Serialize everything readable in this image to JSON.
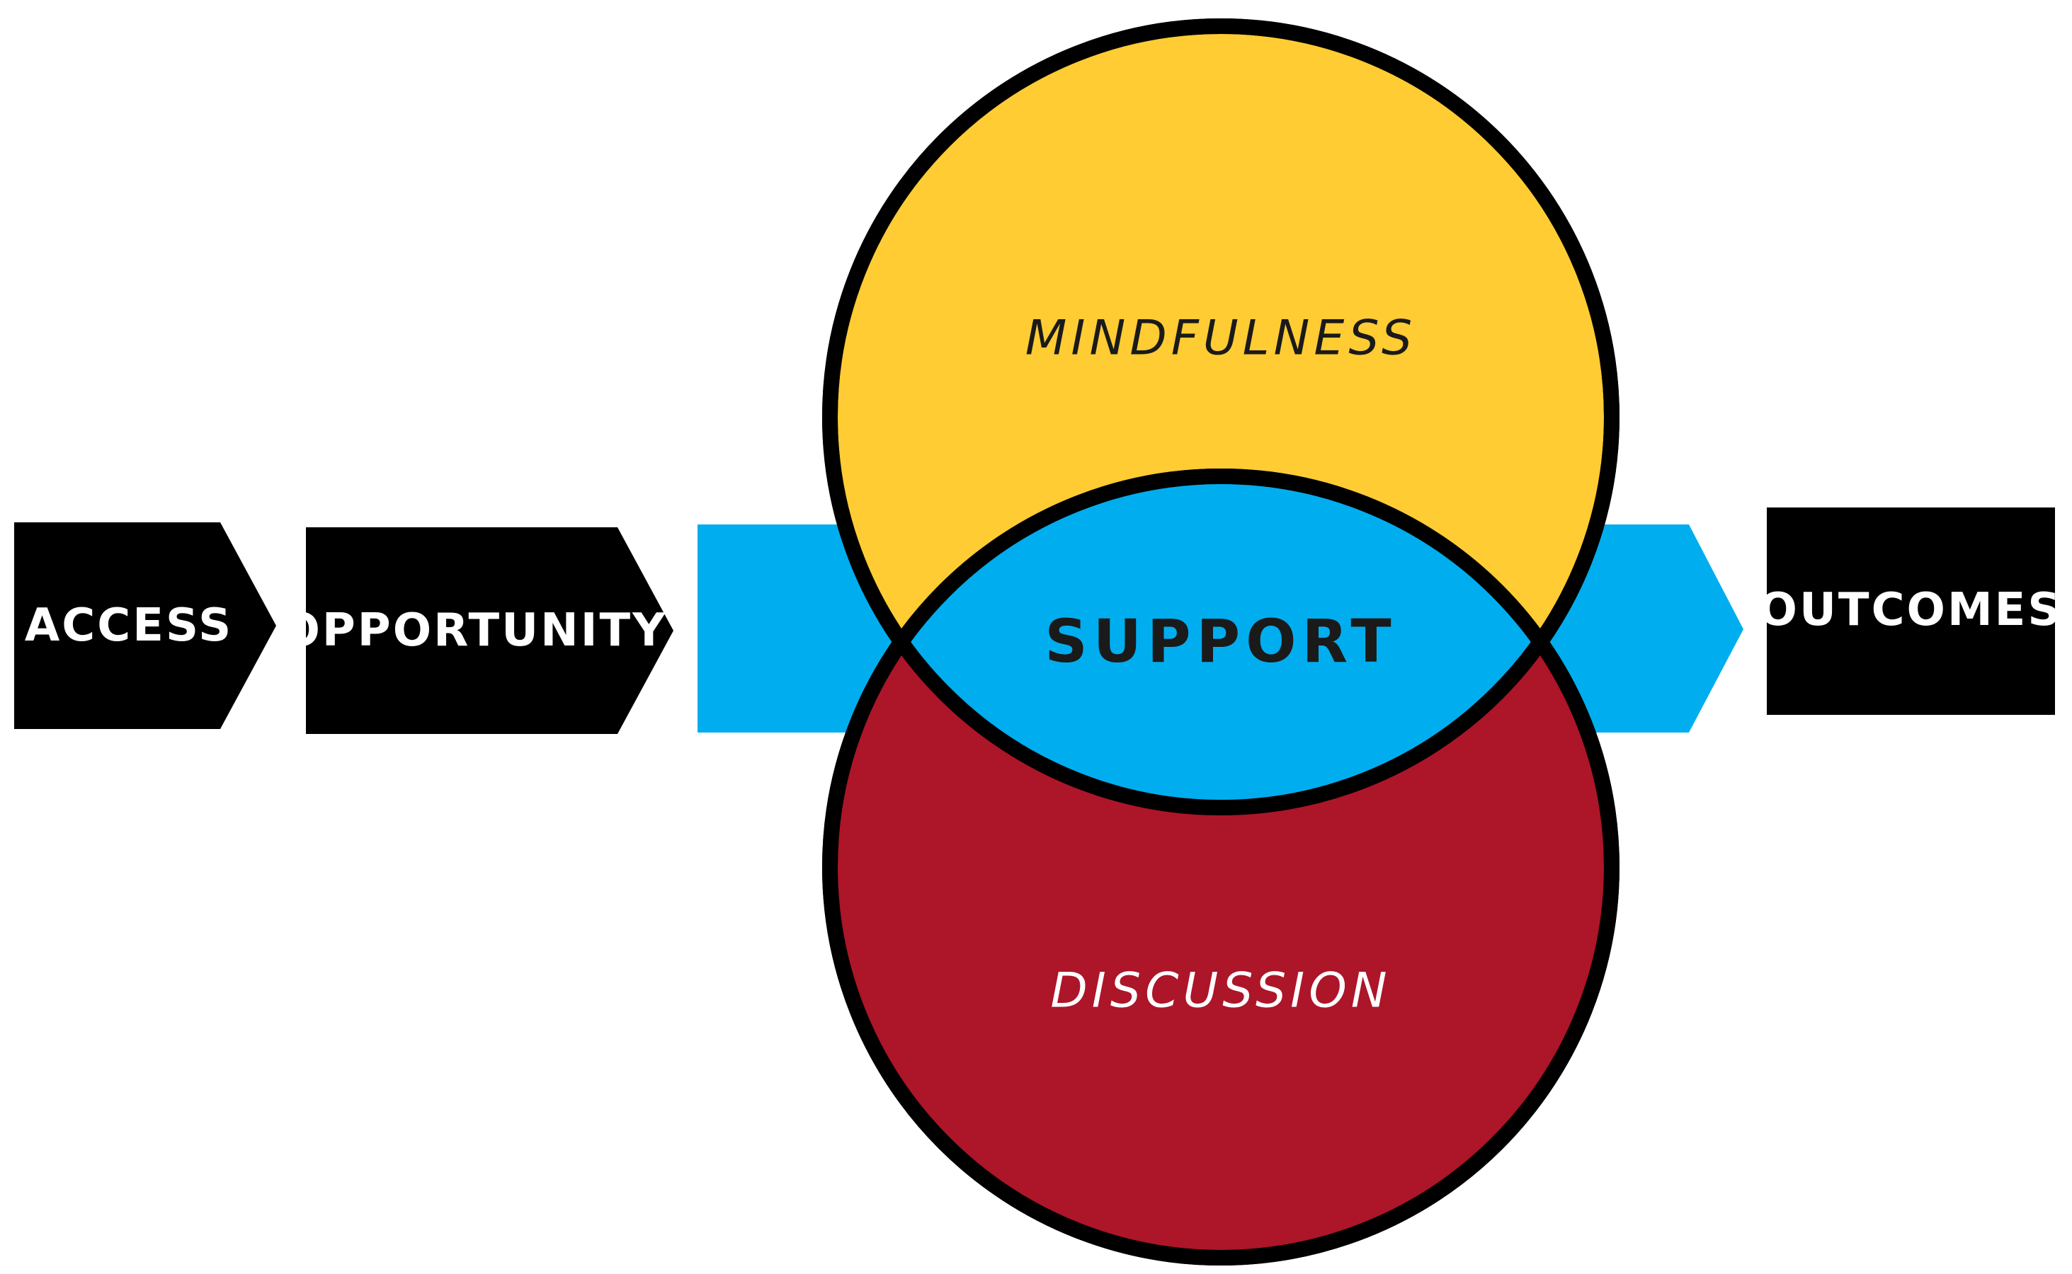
{
  "flow": {
    "steps": [
      {
        "label": "ACCESS"
      },
      {
        "label": "OPPORTUNITY"
      },
      {
        "label": "OUTCOMES"
      }
    ],
    "center_label": "SUPPORT"
  },
  "circles": {
    "top": {
      "label": "MINDFULNESS"
    },
    "bottom": {
      "label": "DISCUSSION"
    }
  },
  "colors": {
    "step_fill": "#000000",
    "step_text": "#ffffff",
    "support_arrow": "#00aeef",
    "mindfulness_fill": "#ffcc33",
    "discussion_fill": "#ad1529",
    "outline": "#000000"
  }
}
